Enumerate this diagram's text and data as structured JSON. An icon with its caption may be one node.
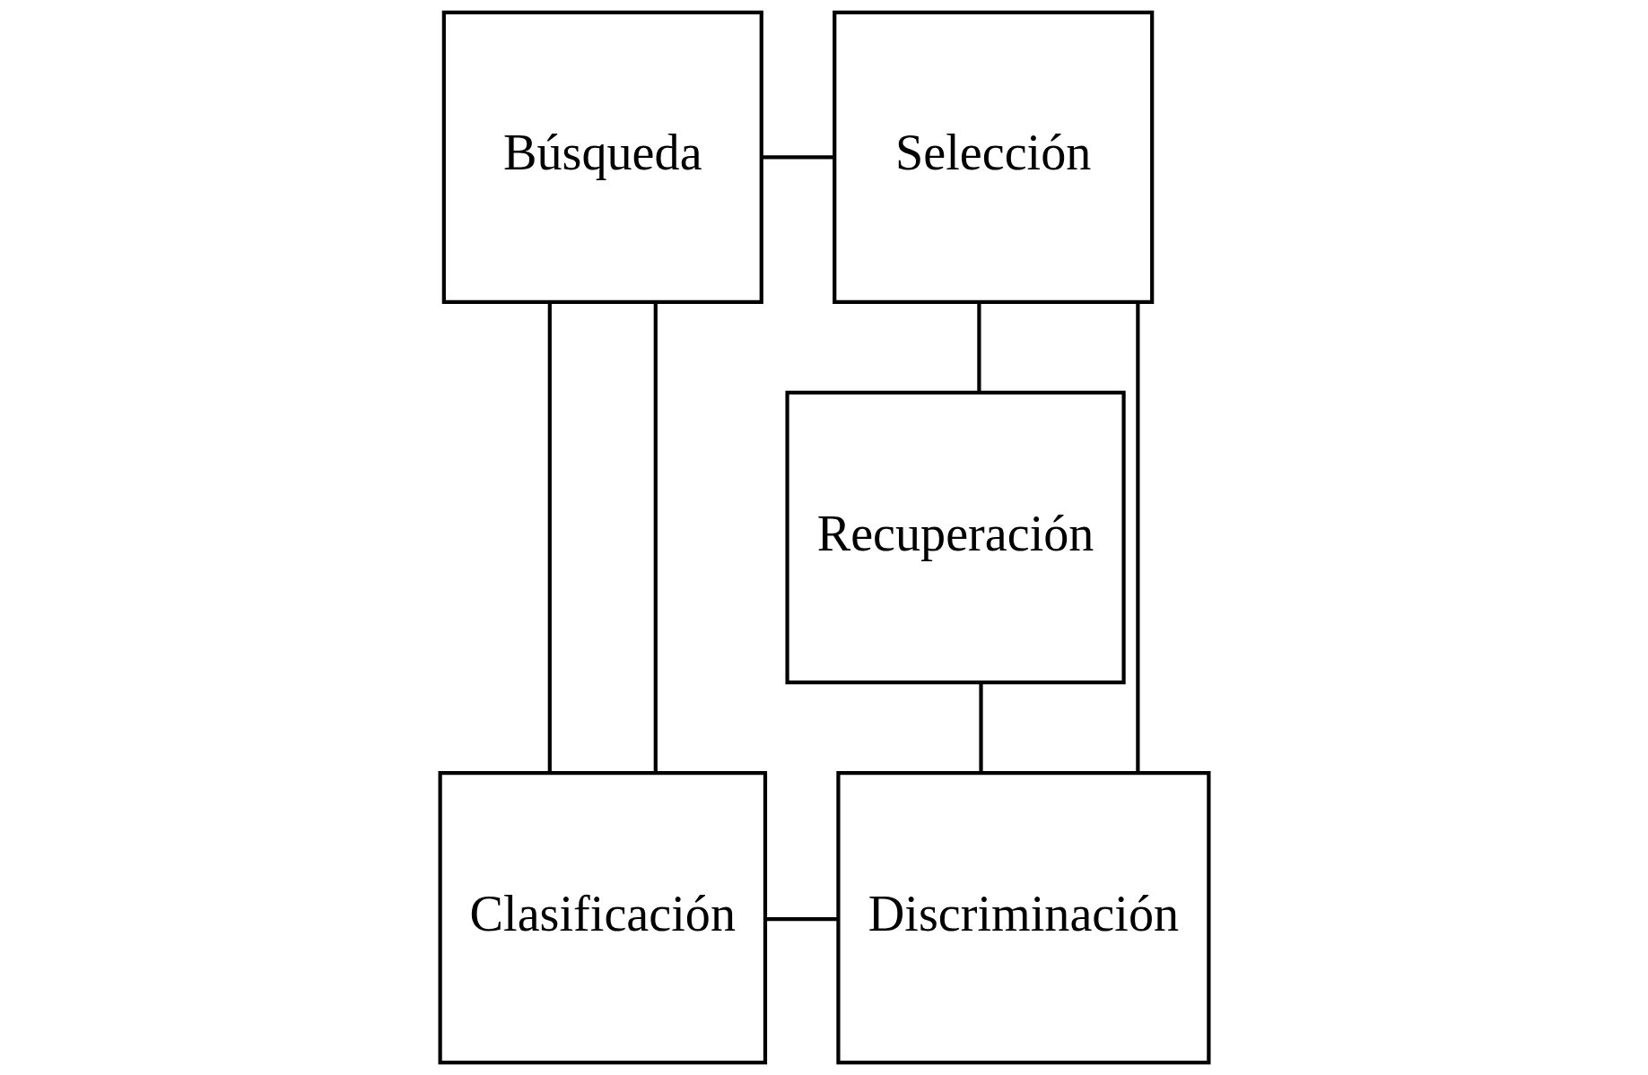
{
  "diagram": {
    "nodes": [
      {
        "text": [
          "Búsqueda"
        ]
      },
      {
        "text": [
          "Selección"
        ]
      },
      {
        "text": [
          "Recuperación"
        ]
      },
      {
        "text": [
          "Clasificación"
        ]
      },
      {
        "text": [
          "Discriminación"
        ]
      }
    ],
    "edges": [
      {
        "from": 0,
        "to": 1,
        "arrow": "none"
      },
      {
        "from": 0,
        "to": 3,
        "arrow": "none"
      },
      {
        "from": 0,
        "to": 3,
        "arrow": "none"
      },
      {
        "from": 1,
        "to": 2,
        "arrow": "none"
      },
      {
        "from": 1,
        "to": 4,
        "arrow": "none"
      },
      {
        "from": 3,
        "to": 4,
        "arrow": "none"
      },
      {
        "from": 2,
        "to": 4,
        "arrow": "none"
      }
    ]
  }
}
